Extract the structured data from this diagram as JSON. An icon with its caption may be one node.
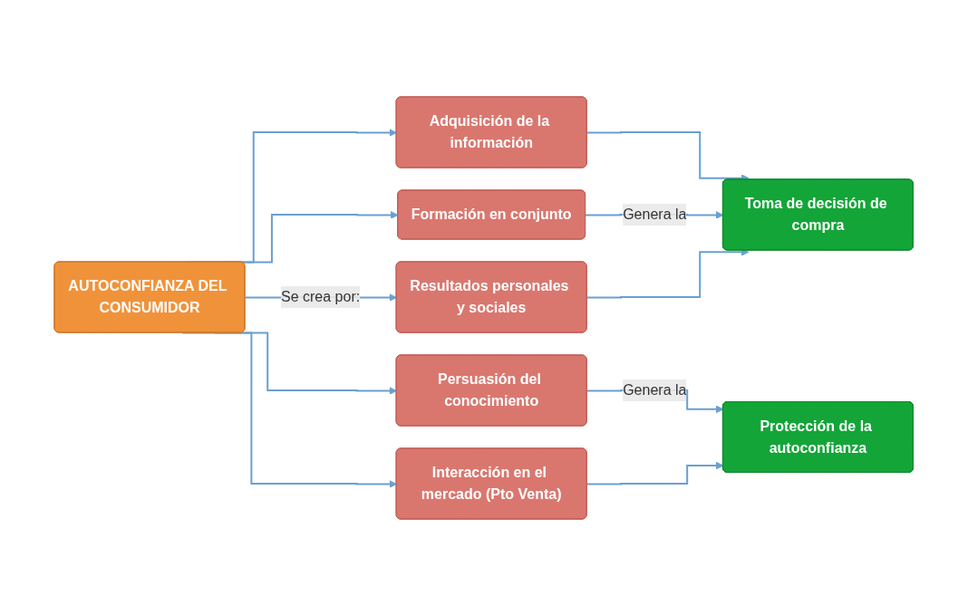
{
  "diagram": {
    "nodes": [
      {
        "text": [
          "AUTOCONFIANZA DEL CONSUMIDOR"
        ]
      },
      {
        "text": [
          "Adquisición de la información"
        ]
      },
      {
        "text": [
          "Formación en conjunto"
        ]
      },
      {
        "text": [
          "Resultados personales y sociales"
        ]
      },
      {
        "text": [
          "Persuasión del conocimiento"
        ]
      },
      {
        "text": [
          "Interacción en el mercado (Pto Venta)"
        ]
      },
      {
        "text": [
          "Toma de decisión de compra"
        ]
      },
      {
        "text": [
          "Protección de la autoconfianza"
        ]
      }
    ],
    "edges": [
      {
        "from": 0,
        "to": 1,
        "arrow": "to"
      },
      {
        "from": 0,
        "to": 2,
        "arrow": "to"
      },
      {
        "from": 0,
        "to": 3,
        "arrow": "to",
        "label": "Se crea por:"
      },
      {
        "from": 0,
        "to": 4,
        "arrow": "to"
      },
      {
        "from": 0,
        "to": 5,
        "arrow": "to"
      },
      {
        "from": 1,
        "to": 6,
        "arrow": "to"
      },
      {
        "from": 2,
        "to": 6,
        "arrow": "to",
        "label": "Genera la"
      },
      {
        "from": 3,
        "to": 6,
        "arrow": "to"
      },
      {
        "from": 4,
        "to": 7,
        "arrow": "to",
        "label": "Genera la"
      },
      {
        "from": 5,
        "to": 7,
        "arrow": "to"
      }
    ]
  }
}
